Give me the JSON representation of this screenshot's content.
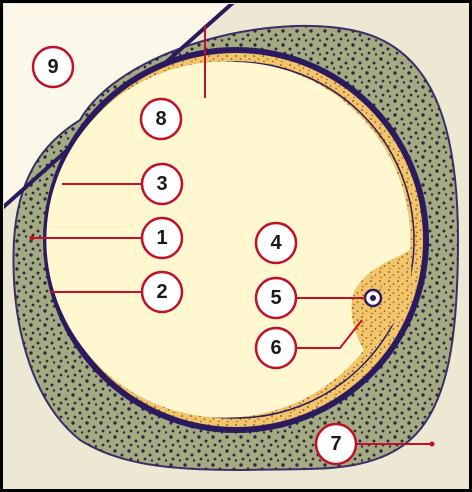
{
  "figure": {
    "colors": {
      "frame": "#000000",
      "background": "#ece8d4",
      "corner": "#fbf8ea",
      "band": "#a4ab83",
      "band_dots": "#2f2744",
      "rim": "#f2c56a",
      "cytoplasm": "#fff7cf",
      "membrane": "#2c1a5e",
      "label_line": "#c0102a",
      "label_circle_fill": "#ffffff",
      "label_circle_stroke": "#c0102a"
    },
    "labels": [
      {
        "id": "1",
        "text": "1"
      },
      {
        "id": "2",
        "text": "2"
      },
      {
        "id": "3",
        "text": "3"
      },
      {
        "id": "4",
        "text": "4"
      },
      {
        "id": "5",
        "text": "5"
      },
      {
        "id": "6",
        "text": "6"
      },
      {
        "id": "7",
        "text": "7"
      },
      {
        "id": "8",
        "text": "8"
      },
      {
        "id": "9",
        "text": "9"
      }
    ]
  }
}
